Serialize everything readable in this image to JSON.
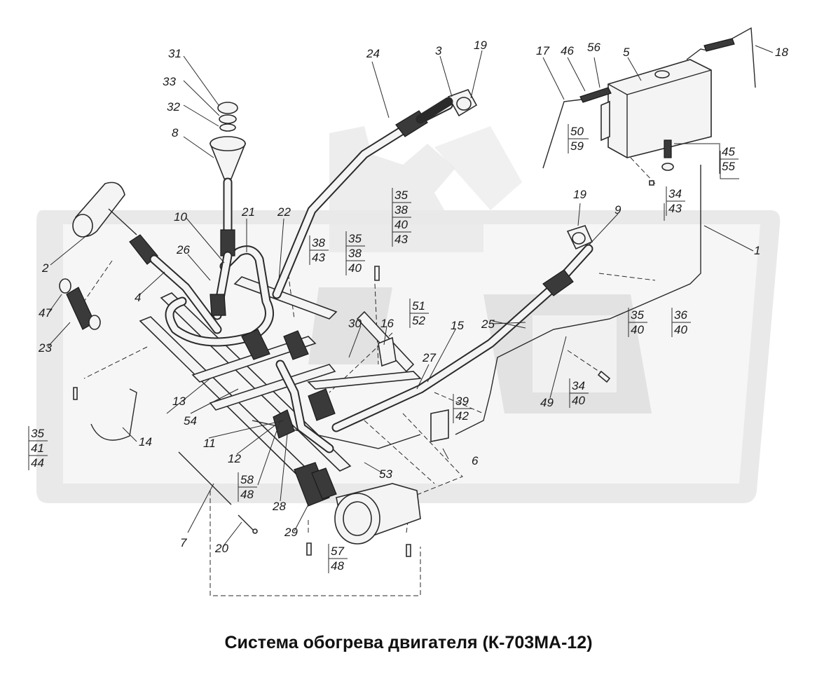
{
  "caption": "Система обогрева двигателя (К-703МА-12)",
  "labels": {
    "l1": "1",
    "l2": "2",
    "l3": "3",
    "l4": "4",
    "l5": "5",
    "l6": "6",
    "l7": "7",
    "l8": "8",
    "l9": "9",
    "l10": "10",
    "l11": "11",
    "l12": "12",
    "l13": "13",
    "l14": "14",
    "l15": "15",
    "l16": "16",
    "l17": "17",
    "l18": "18",
    "l19a": "19",
    "l19b": "19",
    "l20": "20",
    "l21": "21",
    "l22": "22",
    "l23": "23",
    "l24": "24",
    "l25": "25",
    "l26": "26",
    "l27": "27",
    "l28": "28",
    "l29": "29",
    "l30": "30",
    "l31": "31",
    "l32": "32",
    "l33": "33",
    "l46": "46",
    "l47": "47",
    "l49": "49",
    "l53": "53",
    "l54": "54",
    "l56": "56"
  },
  "stacks": [
    {
      "id": "s50_59",
      "items": [
        "50",
        "59"
      ]
    },
    {
      "id": "s45_55",
      "items": [
        "45",
        "55"
      ]
    },
    {
      "id": "s34_43",
      "items": [
        "34",
        "43"
      ]
    },
    {
      "id": "s35_38_40_43",
      "items": [
        "35",
        "38",
        "40",
        "43"
      ]
    },
    {
      "id": "s38_43",
      "items": [
        "38",
        "43"
      ]
    },
    {
      "id": "s35_38_40",
      "items": [
        "35",
        "38",
        "40"
      ]
    },
    {
      "id": "s51_52",
      "items": [
        "51",
        "52"
      ]
    },
    {
      "id": "s35_40",
      "items": [
        "35",
        "40"
      ]
    },
    {
      "id": "s36_40",
      "items": [
        "36",
        "40"
      ]
    },
    {
      "id": "s39_42",
      "items": [
        "39",
        "42"
      ]
    },
    {
      "id": "s34_40",
      "items": [
        "34",
        "40"
      ]
    },
    {
      "id": "s35_41_44",
      "items": [
        "35",
        "41",
        "44"
      ]
    },
    {
      "id": "s58_48",
      "items": [
        "58",
        "48"
      ]
    },
    {
      "id": "s57_48",
      "items": [
        "57",
        "48"
      ]
    }
  ]
}
